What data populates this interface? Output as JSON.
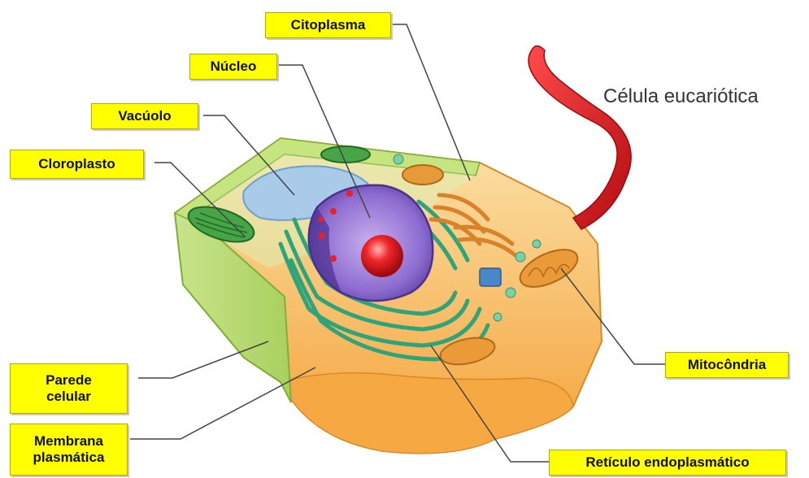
{
  "title": "Célula eucariótica",
  "labels": {
    "citoplasma": "Citoplasma",
    "nucleo": "Núcleo",
    "vacuolo": "Vacúolo",
    "cloroplasto": "Cloroplasto",
    "parede_line1": "Parede",
    "parede_line2": "celular",
    "membrana_line1": "Membrana",
    "membrana_line2": "plasmática",
    "mitocondria": "Mitocôndria",
    "reticulo": "Retículo endoplasmático"
  },
  "colors": {
    "label_bg": "#ffff00",
    "cell_wall": "#b5d96a",
    "cytoplasm": "#f7b24a",
    "nucleus": "#8b67c7",
    "nucleolus": "#e8202a",
    "er": "#2fa37a",
    "chloroplast": "#3a9c3a",
    "vacuole": "#a7c8e8",
    "mitochondria": "#e48b2a",
    "flagellum": "#e0262a"
  }
}
